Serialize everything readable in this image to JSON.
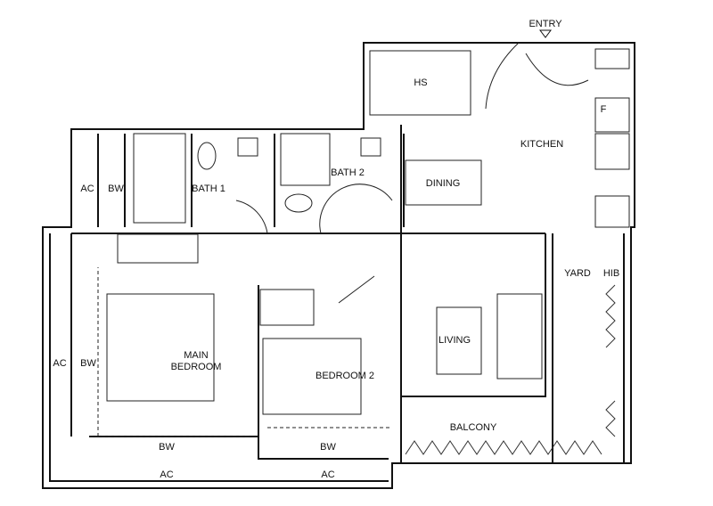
{
  "labels": {
    "entry": "ENTRY",
    "hs": "HS",
    "kitchen": "KITCHEN",
    "fridge": "F",
    "dining": "DINING",
    "bath1": "BATH 1",
    "bath2": "BATH 2",
    "ac_top": "AC",
    "bw_top": "BW",
    "ac_left": "AC",
    "bw_left": "BW",
    "main_bedroom_1": "MAIN",
    "main_bedroom_2": "BEDROOM",
    "bedroom2": "BEDROOM 2",
    "living": "LIVING",
    "balcony": "BALCONY",
    "bw_bottom1": "BW",
    "bw_bottom2": "BW",
    "ac_bottom1": "AC",
    "ac_bottom2": "AC",
    "yard": "YARD",
    "hib": "HIB"
  }
}
